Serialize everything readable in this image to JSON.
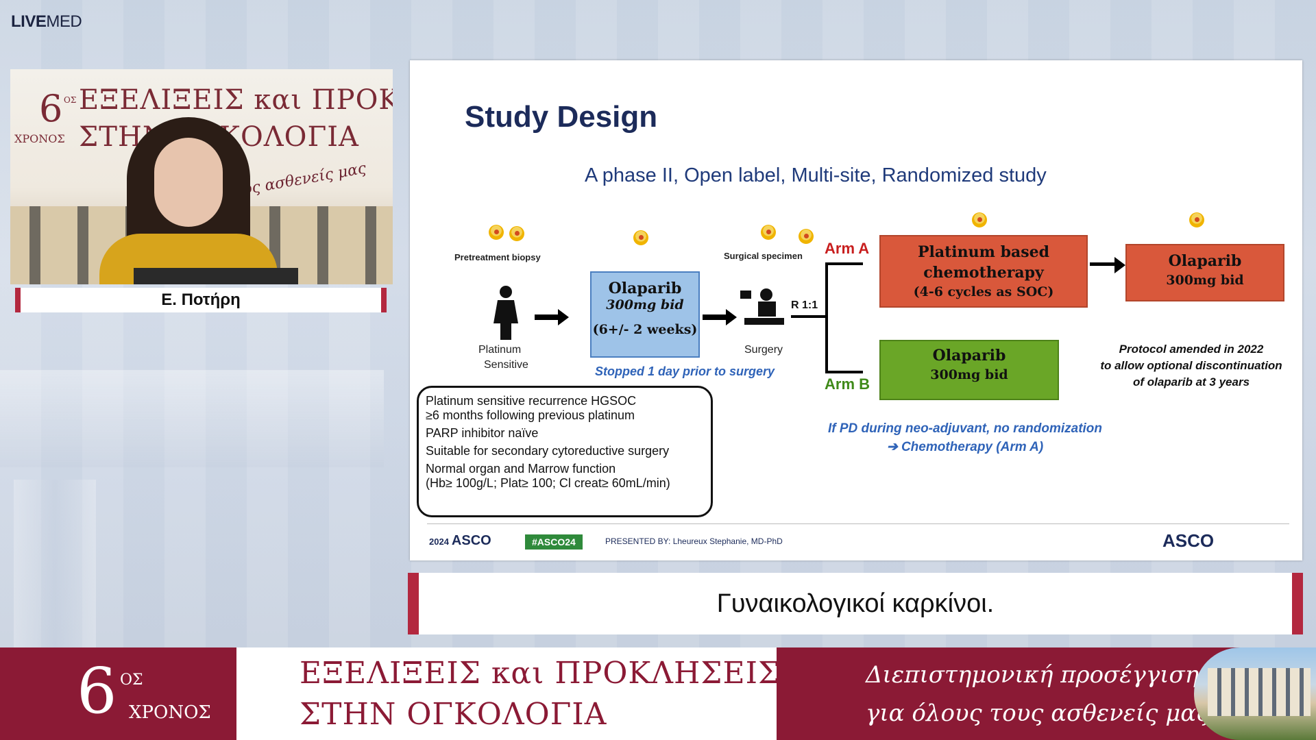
{
  "logo": {
    "bold": "LIVE",
    "light": "MED"
  },
  "video": {
    "banner_number": "6",
    "banner_os": "ΟΣ",
    "banner_xronos": "ΧΡΟΝΟΣ",
    "banner_line1": "ΕΞΕΛΙΞΕΙΣ και ΠΡΟΚΛΗΣΕΙΣ",
    "banner_line2": "ΣΤΗΝ ΟΓΚΟΛΟΓΙΑ",
    "banner_script": "Διεπιστημονική ... όλους τους ασθενείς μας",
    "speaker_name": "Ε. Ποτήρη"
  },
  "slide": {
    "title": "Study Design",
    "subtitle": "A phase II, Open label, Multi-site, Randomized study",
    "pretreatment_label": "Pretreatment biopsy",
    "surgical_label": "Surgical specimen",
    "patient_label_1": "Platinum",
    "patient_label_2": "Sensitive",
    "olaparib_box": {
      "l1": "Olaparib",
      "l2": "300mg bid",
      "l3": "(6+/- 2 weeks)"
    },
    "stopped_note": "Stopped 1 day prior to surgery",
    "surgery_label": "Surgery",
    "r_label": "R 1:1",
    "arm_a": "Arm A",
    "arm_b": "Arm B",
    "chemo_box": {
      "l1": "Platinum based",
      "l2": "chemotherapy",
      "l3": "(4-6 cycles as SOC)"
    },
    "olaparib_a": {
      "l1": "Olaparib",
      "l2": "300mg bid"
    },
    "olaparib_b": {
      "l1": "Olaparib",
      "l2": "300mg bid"
    },
    "protocol_note": [
      "Protocol amended in 2022",
      "to allow optional discontinuation",
      "of olaparib at 3 years"
    ],
    "ifpd_note": [
      "If PD during neo-adjuvant, no randomization",
      "➔ Chemotherapy (Arm A)"
    ],
    "criteria": [
      "Platinum sensitive recurrence HGSOC",
      "≥6 months following previous platinum",
      "PARP inhibitor naïve",
      "Suitable for secondary cytoreductive surgery",
      "Normal organ and Marrow function",
      "(Hb≥ 100g/L; Plat≥ 100; Cl creat≥ 60mL/min)"
    ],
    "footer": {
      "asco_year": "2024",
      "asco_brand": "ASCO",
      "hashtag": "#ASCO24",
      "presented_by": "PRESENTED BY: Lheureux Stephanie, MD-PhD",
      "asco_right": "ASCO"
    }
  },
  "caption": "Γυναικολογικοί καρκίνοι.",
  "banner": {
    "number": "6",
    "os": "ΟΣ",
    "xronos": "ΧΡΟΝΟΣ",
    "line1": "ΕΞΕΛΙΞΕΙΣ και ΠΡΟΚΛΗΣΕΙΣ",
    "line2": "ΣΤΗΝ ΟΓΚΟΛΟΓΙΑ",
    "tagline1": "Διεπιστημονική προσέγγιση",
    "tagline2": "για όλους τους ασθενείς μας"
  },
  "colors": {
    "accent": "#8b1a35",
    "name_bar_edge": "#b3283f",
    "slide_title": "#1c2b5a"
  }
}
